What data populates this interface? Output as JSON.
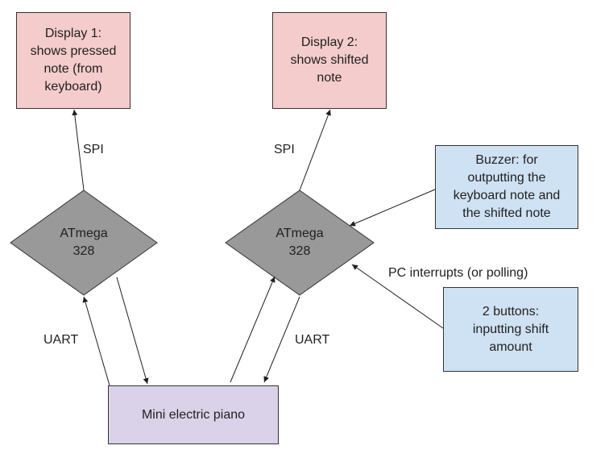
{
  "colors": {
    "display_fill": "#f4cccc",
    "input_fill": "#cfe2f3",
    "piano_fill": "#d9d2e9",
    "chip_fill": "#999999",
    "stroke": "#333333"
  },
  "nodes": {
    "display1": "Display 1:\nshows pressed\nnote (from\nkeyboard)",
    "display2": "Display 2:\nshows shifted\nnote",
    "mcu_left": "ATmega\n328",
    "mcu_right": "ATmega\n328",
    "buzzer": "Buzzer: for\noutputting the\nkeyboard note and\nthe shifted note",
    "buttons": "2 buttons:\ninputting shift\namount",
    "piano": "Mini electric piano"
  },
  "edge_labels": {
    "spi_left": "SPI",
    "spi_right": "SPI",
    "uart_left": "UART",
    "uart_right": "UART",
    "pc_interrupts": "PC interrupts (or polling)"
  }
}
